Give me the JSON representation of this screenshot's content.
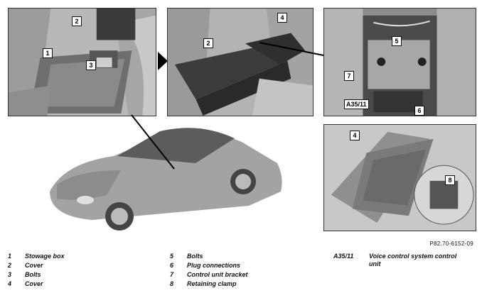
{
  "reference_code": "P82.70-6152-09",
  "callouts": {
    "panel1": [
      "2",
      "1",
      "3"
    ],
    "panel2": [
      "2",
      "4"
    ],
    "panel3": [
      "5",
      "7",
      "A35/11",
      "6"
    ],
    "panel4": [
      "4",
      "8"
    ]
  },
  "legend": [
    [
      {
        "num": "1",
        "label": "Stowage box"
      },
      {
        "num": "2",
        "label": "Cover"
      },
      {
        "num": "3",
        "label": "Bolts"
      },
      {
        "num": "4",
        "label": "Cover"
      }
    ],
    [
      {
        "num": "5",
        "label": "Bolts"
      },
      {
        "num": "6",
        "label": "Plug connections"
      },
      {
        "num": "7",
        "label": "Control unit bracket"
      },
      {
        "num": "8",
        "label": "Retaining clamp"
      }
    ],
    [
      {
        "num": "A35/11",
        "label": "Voice control system control unit"
      }
    ]
  ]
}
